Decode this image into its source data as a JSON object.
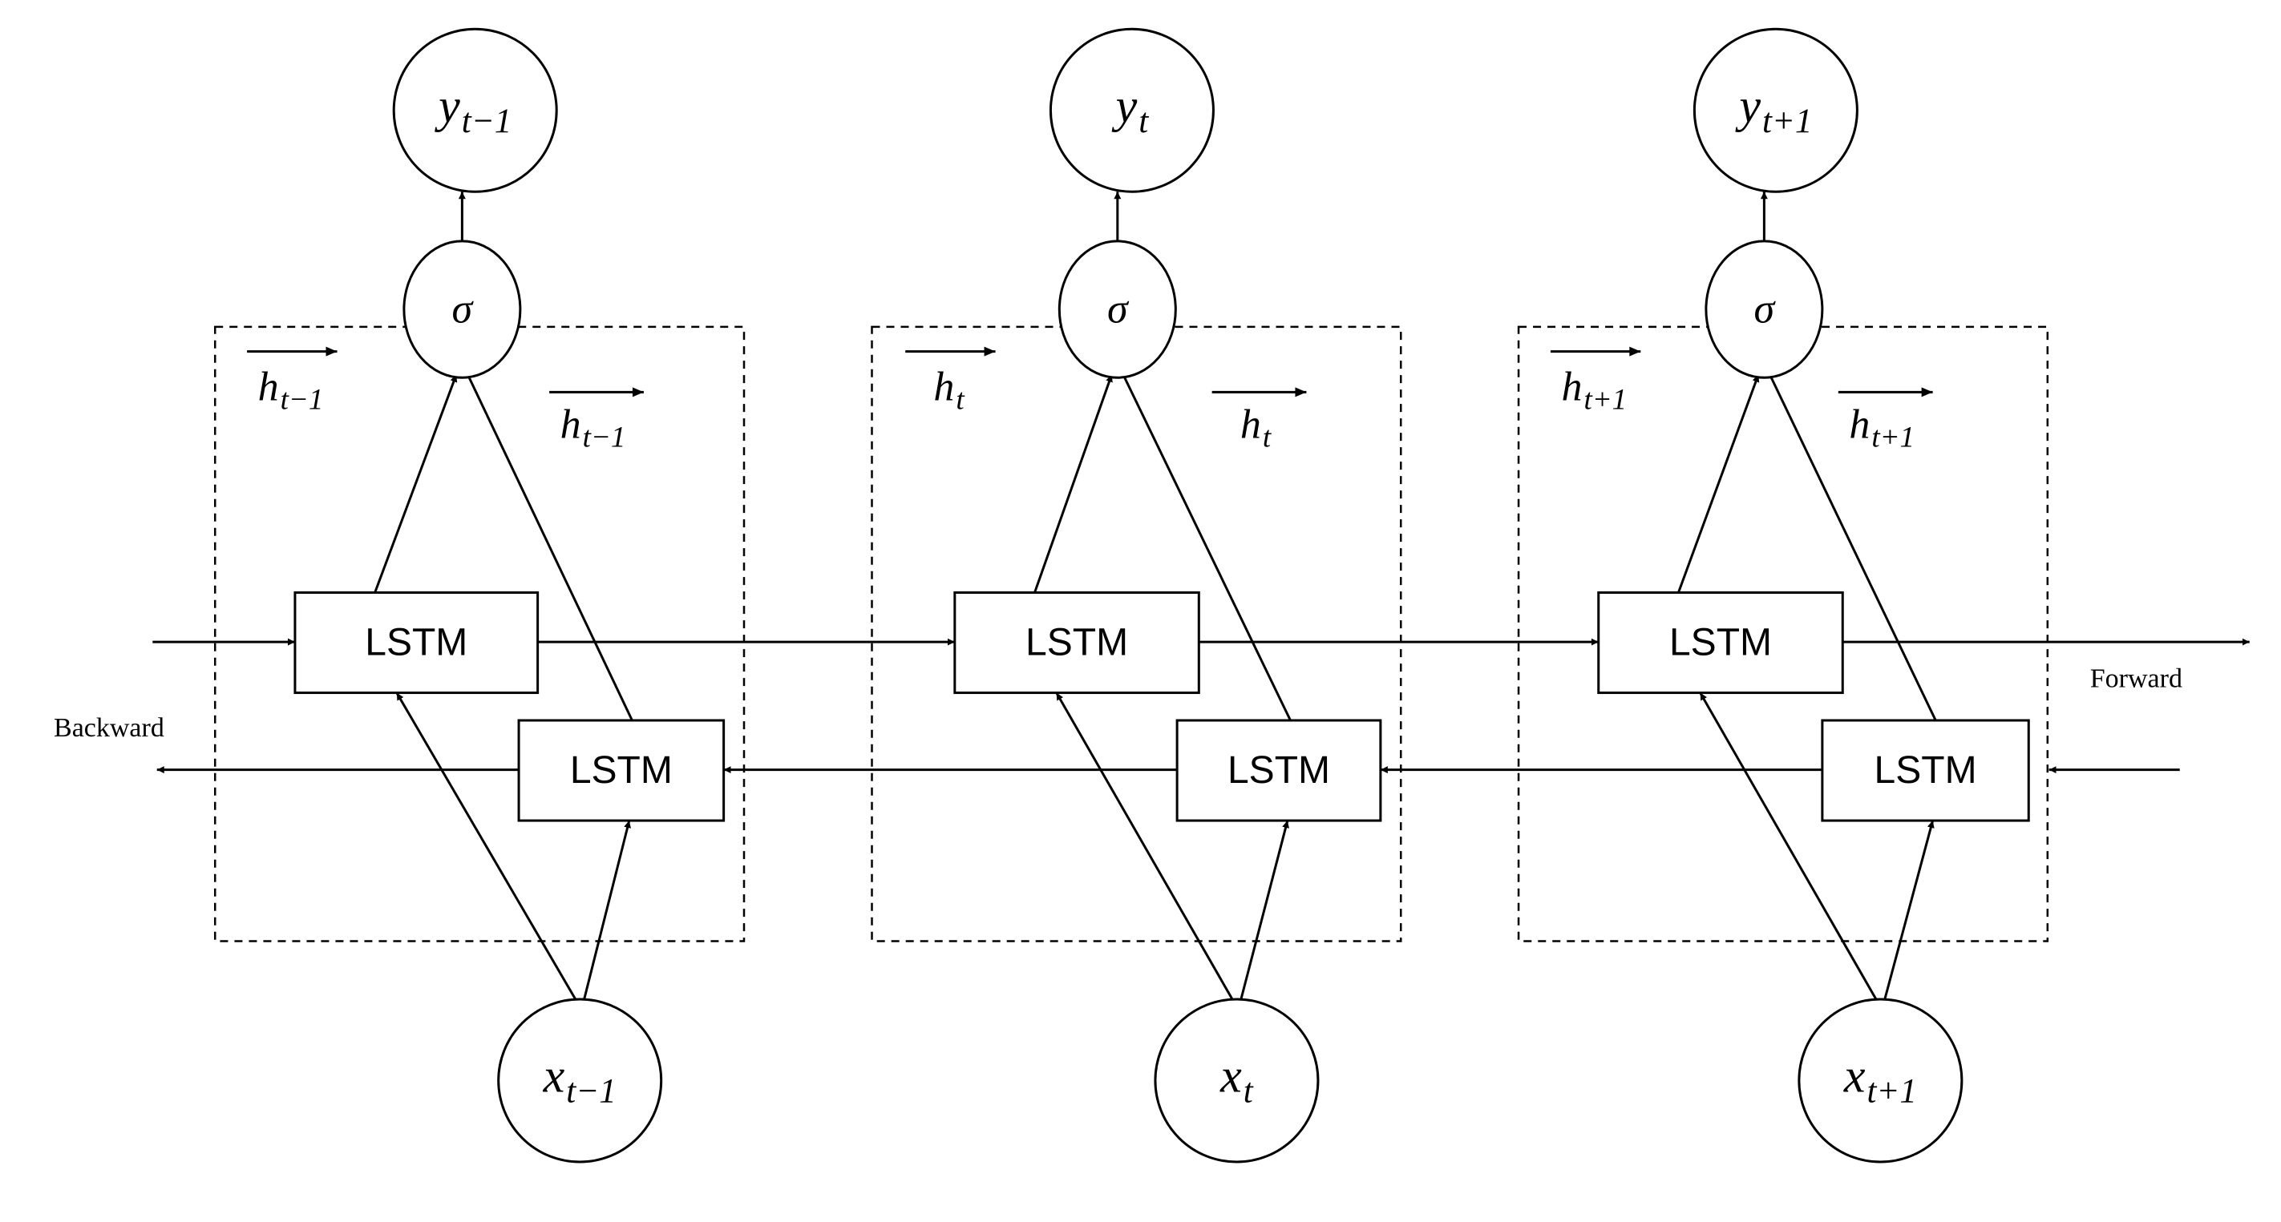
{
  "lstm_label": "LSTM",
  "sigma": "σ",
  "overline_arrow_glyph": "⟶",
  "labels": {
    "forward": "Forward",
    "backward": "Backward"
  },
  "steps": [
    {
      "y_var": "y",
      "y_sub": "t−1",
      "x_var": "x",
      "x_sub": "t−1",
      "h_left_var": "h",
      "h_left_sub": "t−1",
      "h_right_var": "h",
      "h_right_sub": "t−1"
    },
    {
      "y_var": "y",
      "y_sub": "t",
      "x_var": "x",
      "x_sub": "t",
      "h_left_var": "h",
      "h_left_sub": "t",
      "h_right_var": "h",
      "h_right_sub": "t"
    },
    {
      "y_var": "y",
      "y_sub": "t+1",
      "x_var": "x",
      "x_sub": "t+1",
      "h_left_var": "h",
      "h_left_sub": "t+1",
      "h_right_var": "h",
      "h_right_sub": "t+1"
    }
  ]
}
